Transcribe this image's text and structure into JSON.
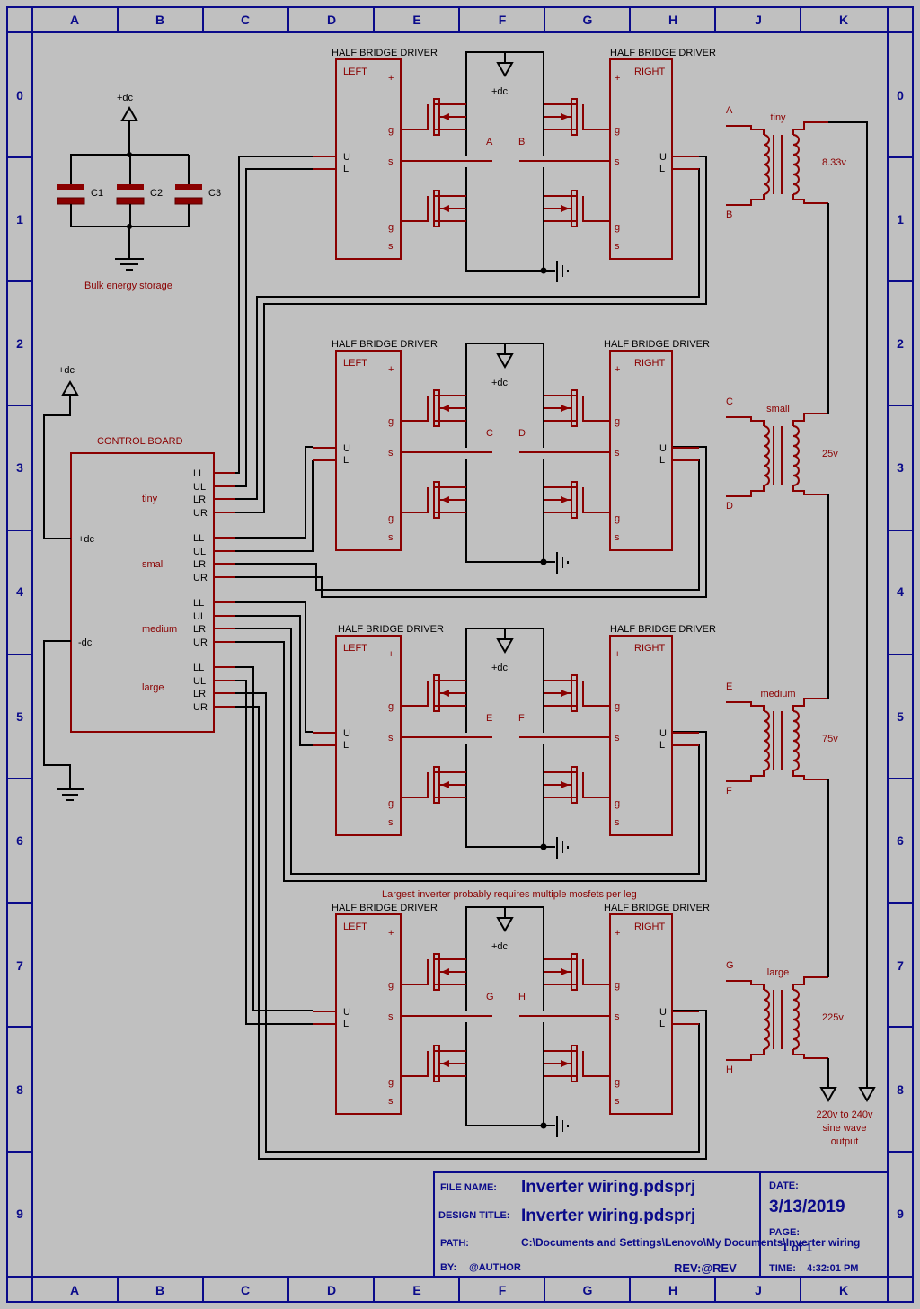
{
  "grid": {
    "columns": [
      "A",
      "B",
      "C",
      "D",
      "E",
      "F",
      "G",
      "H",
      "J",
      "K"
    ],
    "rows": [
      "0",
      "1",
      "2",
      "3",
      "4",
      "5",
      "6",
      "7",
      "8",
      "9"
    ]
  },
  "capacitors": {
    "supply_label": "+dc",
    "names": [
      "C1",
      "C2",
      "C3"
    ],
    "caption": "Bulk energy storage"
  },
  "control_board": {
    "title": "CONTROL BOARD",
    "supply_label": "+dc",
    "pos_pin": "+dc",
    "neg_pin": "-dc",
    "groups": [
      "tiny",
      "small",
      "medium",
      "large"
    ],
    "pins": [
      "LL",
      "UL",
      "LR",
      "UR"
    ]
  },
  "bridges": [
    {
      "left_title": "HALF BRIDGE DRIVER",
      "right_title": "HALF BRIDGE DRIVER",
      "nodes": [
        "A",
        "B"
      ],
      "supply": "+dc"
    },
    {
      "left_title": "HALF BRIDGE DRIVER",
      "right_title": "HALF BRIDGE DRIVER",
      "nodes": [
        "C",
        "D"
      ],
      "supply": "+dc"
    },
    {
      "left_title": "HALF BRIDGE DRIVER",
      "right_title": "HALF BRIDGE DRIVER",
      "nodes": [
        "E",
        "F"
      ],
      "supply": "+dc"
    },
    {
      "left_title": "HALF BRIDGE DRIVER",
      "right_title": "HALF BRIDGE DRIVER",
      "nodes": [
        "G",
        "H"
      ],
      "supply": "+dc"
    }
  ],
  "driver_labels": {
    "left": "LEFT",
    "right": "RIGHT",
    "plus": "+",
    "g": "g",
    "s": "s",
    "u": "U",
    "l": "L"
  },
  "note": "Largest inverter probably requires multiple mosfets per leg",
  "transformers": [
    {
      "name": "tiny",
      "voltage": "8.33v",
      "p1": "A",
      "p2": "B"
    },
    {
      "name": "small",
      "voltage": "25v",
      "p1": "C",
      "p2": "D"
    },
    {
      "name": "medium",
      "voltage": "75v",
      "p1": "E",
      "p2": "F"
    },
    {
      "name": "large",
      "voltage": "225v",
      "p1": "G",
      "p2": "H"
    }
  ],
  "output_label": [
    "220v to 240v",
    "sine wave",
    "output"
  ],
  "title_block": {
    "file_name_label": "FILE NAME:",
    "file_name": "Inverter wiring.pdsprj",
    "design_title_label": "DESIGN TITLE:",
    "design_title": "Inverter wiring.pdsprj",
    "path_label": "PATH:",
    "path": "C:\\Documents and Settings\\Lenovo\\My Documents\\Inverter wiring",
    "by_label": "BY:",
    "author": "@AUTHOR",
    "rev": "REV:@REV",
    "date_label": "DATE:",
    "date": "3/13/2019",
    "page_label": "PAGE:",
    "page": "1 of 1",
    "time_label": "TIME:",
    "time": "4:32:01 PM"
  },
  "colors": {
    "background": "#c0c0c0",
    "frame": "#0a0a8a",
    "component": "#8a0000",
    "wire": "#000000"
  }
}
